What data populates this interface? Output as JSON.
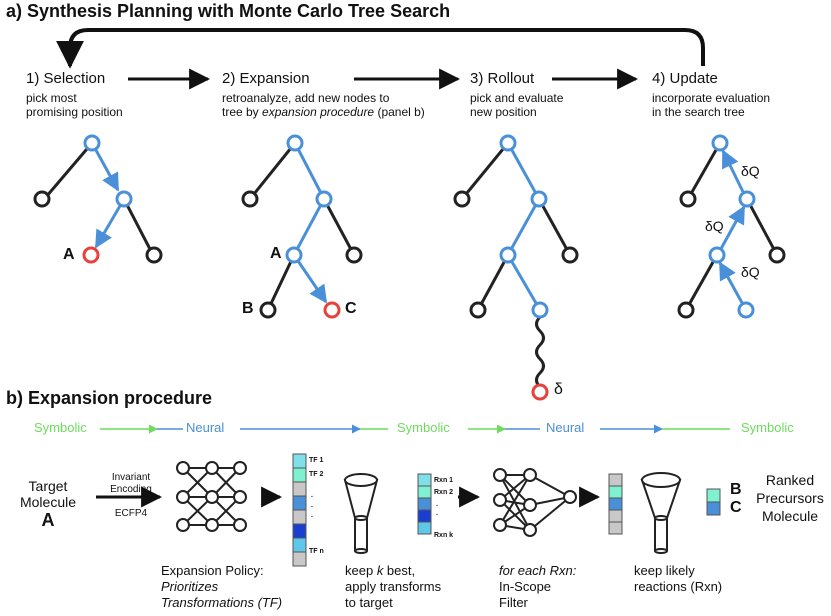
{
  "panel_a": {
    "title": "a) Synthesis Planning with Monte Carlo Tree Search",
    "steps": [
      {
        "title": "1) Selection",
        "line1": "pick most",
        "line2": "promising position"
      },
      {
        "title": "2) Expansion",
        "line1": "retroanalyze, add new nodes to",
        "line2_pre": "tree by ",
        "line2_em": "expansion procedure",
        "line2_post": " (panel b)"
      },
      {
        "title": "3) Rollout",
        "line1": "pick and evaluate",
        "line2": "new position"
      },
      {
        "title": "4) Update",
        "line1": "incorporate evaluation",
        "line2": "in the search tree"
      }
    ],
    "node_labels": {
      "a": "A",
      "b": "B",
      "c": "C",
      "delta": "δ",
      "dq": "δQ"
    }
  },
  "panel_b": {
    "title": "b) Expansion procedure",
    "modes": [
      "Symbolic",
      "Neural",
      "Symbolic",
      "Neural",
      "Symbolic"
    ],
    "target": {
      "line1": "Target",
      "line2": "Molecule",
      "letter": "A"
    },
    "encoding": {
      "line1": "Invariant",
      "line2": "Encoding",
      "line3": "ECFP4"
    },
    "tf_labels": {
      "first": "TF 1",
      "second": "TF 2",
      "dot": ".",
      "last": "TF n"
    },
    "rxn_labels": {
      "first": "Rxn 1",
      "second": "Rxn 2",
      "dot": ".",
      "last": "Rxn k"
    },
    "captions": {
      "policy": {
        "line1": "Expansion Policy:",
        "line2": "Prioritizes",
        "line3": "Transformations (TF)"
      },
      "keep": {
        "line1_pre": "keep ",
        "line1_em": "k",
        "line1_post": " best,",
        "line2": "apply transforms",
        "line3": "to target"
      },
      "filter": {
        "line1": "for each Rxn:",
        "line2": "In-Scope",
        "line3": "Filter"
      },
      "likely": {
        "line1": "keep likely",
        "line2": "reactions (Rxn)"
      }
    },
    "result": {
      "b": "B",
      "c": "C",
      "line1": "Ranked",
      "line2": "Precursors",
      "line3": "Molecule"
    }
  },
  "colors": {
    "blue": "#4a90d9",
    "red": "#e8403a",
    "green": "#6ddc5c",
    "black": "#222222"
  }
}
